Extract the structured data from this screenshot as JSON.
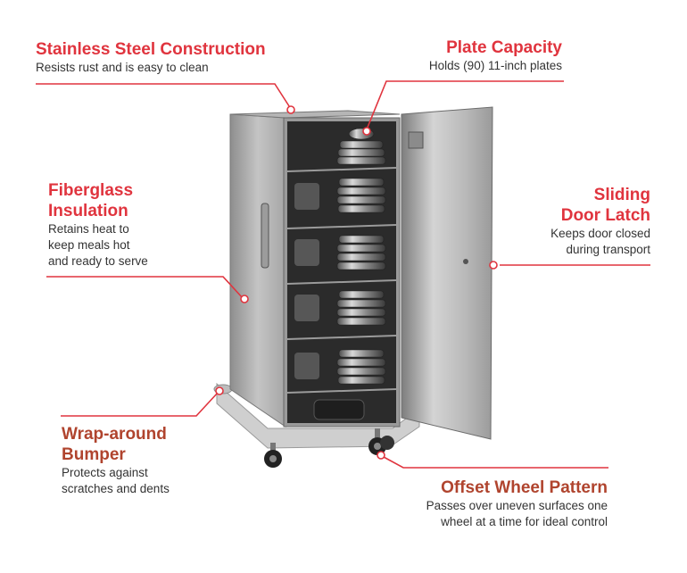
{
  "colors": {
    "accent_red": "#e0343e",
    "accent_brown": "#b0442e",
    "leader_line": "#e0343e",
    "text": "#333333"
  },
  "features": [
    {
      "title": "Stainless Steel Construction",
      "description": [
        "Resists rust and is easy to clean"
      ]
    },
    {
      "title": "Plate Capacity",
      "description": [
        "Holds (90) 11-inch plates"
      ]
    },
    {
      "title": [
        "Fiberglass",
        "Insulation"
      ],
      "description": [
        "Retains heat to",
        "keep meals hot",
        "and ready to serve"
      ]
    },
    {
      "title": [
        "Sliding",
        "Door Latch"
      ],
      "description": [
        "Keeps door closed",
        "during transport"
      ]
    },
    {
      "title": [
        "Wrap-around",
        "Bumper"
      ],
      "description": [
        "Protects against",
        "scratches and dents"
      ]
    },
    {
      "title": "Offset Wheel Pattern",
      "description": [
        "Passes over uneven surfaces one",
        "wheel at a time for ideal control"
      ]
    }
  ],
  "product_image": {
    "icon": "heated-plate-cabinet-illustration"
  }
}
